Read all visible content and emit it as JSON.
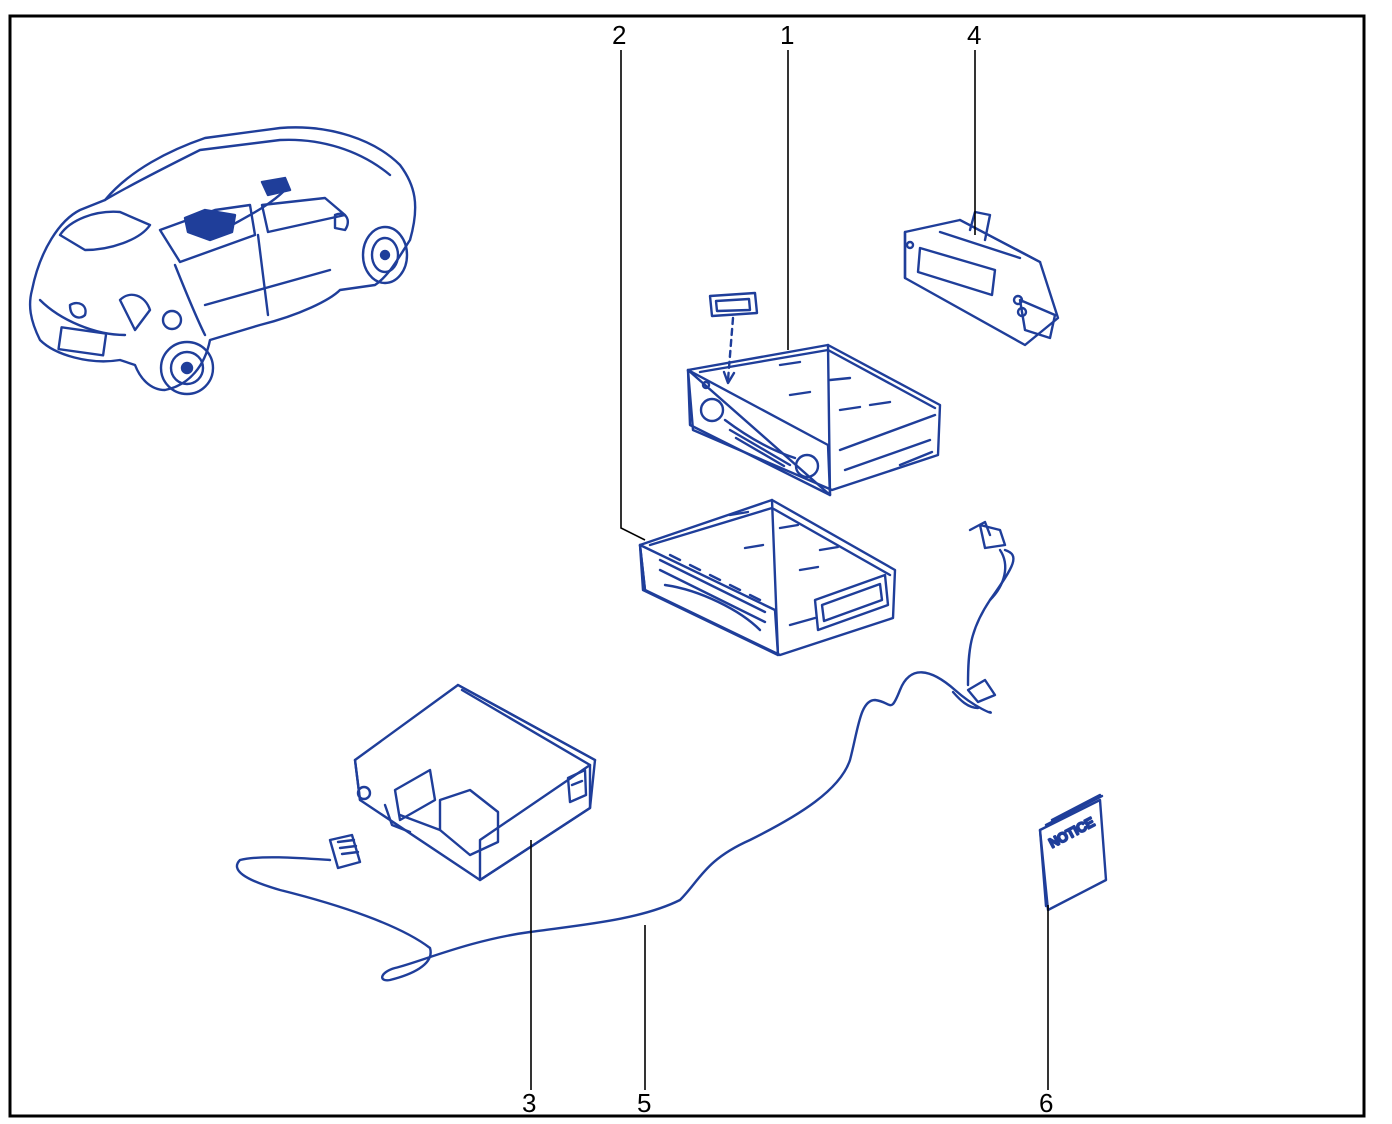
{
  "diagram": {
    "callouts": [
      {
        "id": "1",
        "label": "1"
      },
      {
        "id": "2",
        "label": "2"
      },
      {
        "id": "3",
        "label": "3"
      },
      {
        "id": "4",
        "label": "4"
      },
      {
        "id": "5",
        "label": "5"
      },
      {
        "id": "6",
        "label": "6"
      }
    ],
    "notice_label": "NOTICE",
    "colors": {
      "ink": "#1f3e9a",
      "frame": "#000000",
      "background": "#ffffff"
    }
  }
}
